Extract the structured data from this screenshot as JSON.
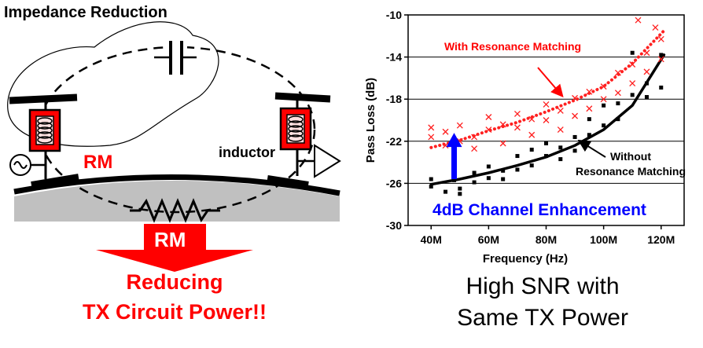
{
  "left_diagram": {
    "title": "Impedance Reduction",
    "rm_label": "RM",
    "inductor_label": "inductor",
    "arrow_label": "RM",
    "result_line1": "Reducing",
    "result_line2": "TX Circuit Power!!",
    "colors": {
      "red": "#ff0000",
      "body": "#c0c0c0"
    }
  },
  "right_caption": {
    "line1": "High SNR with",
    "line2": "Same TX Power"
  },
  "chart_data": {
    "type": "scatter",
    "xlabel": "Frequency (Hz)",
    "ylabel": "Pass Loss (dB)",
    "xlim": [
      32,
      128
    ],
    "ylim": [
      -30,
      -10
    ],
    "x_ticks": [
      40,
      60,
      80,
      100,
      120
    ],
    "x_tick_labels": [
      "40M",
      "60M",
      "80M",
      "100M",
      "120M"
    ],
    "y_ticks": [
      -30,
      -26,
      -22,
      -18,
      -14,
      -10
    ],
    "y_tick_labels": [
      "-30",
      "-26",
      "-22",
      "-18",
      "-14",
      "-10"
    ],
    "annotations": {
      "with_rm": "With Resonance Matching",
      "without_line1": "Without",
      "without_line2": "Resonance Matching",
      "enhancement": "4dB Channel Enhancement"
    },
    "series": [
      {
        "name": "With Resonance Matching",
        "marker": "x",
        "color": "#ff2020",
        "points": [
          [
            40,
            -20.7
          ],
          [
            40,
            -21.6
          ],
          [
            45,
            -21.1
          ],
          [
            45,
            -22.4
          ],
          [
            50,
            -20.5
          ],
          [
            50,
            -22.0
          ],
          [
            55,
            -21.6
          ],
          [
            55,
            -22.7
          ],
          [
            60,
            -19.7
          ],
          [
            60,
            -20.9
          ],
          [
            65,
            -20.4
          ],
          [
            65,
            -22.2
          ],
          [
            70,
            -19.4
          ],
          [
            70,
            -20.7
          ],
          [
            75,
            -19.9
          ],
          [
            75,
            -21.4
          ],
          [
            80,
            -18.5
          ],
          [
            80,
            -20.0
          ],
          [
            85,
            -19.1
          ],
          [
            85,
            -20.9
          ],
          [
            90,
            -17.9
          ],
          [
            90,
            -19.6
          ],
          [
            95,
            -17.3
          ],
          [
            95,
            -18.9
          ],
          [
            100,
            -16.8
          ],
          [
            100,
            -18.0
          ],
          [
            105,
            -15.5
          ],
          [
            105,
            -17.4
          ],
          [
            110,
            -14.7
          ],
          [
            110,
            -16.5
          ],
          [
            112,
            -10.5
          ],
          [
            115,
            -13.6
          ],
          [
            115,
            -15.4
          ],
          [
            118,
            -11.2
          ],
          [
            120,
            -12.3
          ],
          [
            120,
            -14.2
          ]
        ]
      },
      {
        "name": "Without Resonance Matching",
        "marker": "square",
        "color": "#000000",
        "points": [
          [
            40,
            -25.6
          ],
          [
            40,
            -26.3
          ],
          [
            45,
            -26.8
          ],
          [
            48,
            -25.7
          ],
          [
            50,
            -26.5
          ],
          [
            50,
            -27.0
          ],
          [
            55,
            -25.0
          ],
          [
            55,
            -25.9
          ],
          [
            60,
            -24.4
          ],
          [
            60,
            -25.5
          ],
          [
            65,
            -24.8
          ],
          [
            65,
            -25.6
          ],
          [
            70,
            -23.4
          ],
          [
            70,
            -24.7
          ],
          [
            75,
            -22.8
          ],
          [
            75,
            -24.3
          ],
          [
            80,
            -22.2
          ],
          [
            80,
            -23.4
          ],
          [
            85,
            -22.6
          ],
          [
            85,
            -23.7
          ],
          [
            90,
            -21.6
          ],
          [
            90,
            -22.9
          ],
          [
            95,
            -19.9
          ],
          [
            95,
            -21.4
          ],
          [
            100,
            -18.6
          ],
          [
            100,
            -20.5
          ],
          [
            105,
            -18.4
          ],
          [
            105,
            -19.9
          ],
          [
            110,
            -17.6
          ],
          [
            110,
            -13.6
          ],
          [
            115,
            -16.5
          ],
          [
            115,
            -17.8
          ],
          [
            120,
            -13.8
          ],
          [
            120,
            -16.9
          ]
        ]
      }
    ],
    "fit_lines": [
      {
        "name": "With Resonance Matching",
        "color": "#ff2020",
        "style": "dotted",
        "points": [
          [
            40,
            -22.6
          ],
          [
            50,
            -21.9
          ],
          [
            60,
            -21.0
          ],
          [
            70,
            -20.2
          ],
          [
            80,
            -19.2
          ],
          [
            90,
            -18.1
          ],
          [
            100,
            -16.8
          ],
          [
            110,
            -14.6
          ],
          [
            121,
            -11.5
          ]
        ]
      },
      {
        "name": "Without Resonance Matching",
        "color": "#000000",
        "style": "solid",
        "points": [
          [
            40,
            -26.1
          ],
          [
            50,
            -25.6
          ],
          [
            60,
            -25.0
          ],
          [
            70,
            -24.3
          ],
          [
            80,
            -23.5
          ],
          [
            90,
            -22.4
          ],
          [
            100,
            -20.9
          ],
          [
            110,
            -18.6
          ],
          [
            121,
            -13.8
          ]
        ]
      }
    ],
    "enhancement_arrow": {
      "x": 48,
      "y_from": -25.6,
      "y_to": -21.5
    }
  }
}
